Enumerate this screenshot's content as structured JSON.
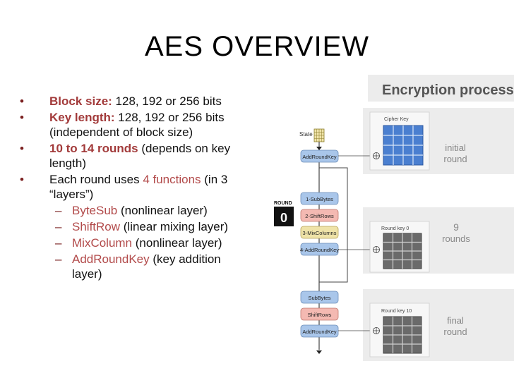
{
  "slide": {
    "title": "AES OVERVIEW"
  },
  "bullets": [
    {
      "marker": "•",
      "label": "Block size:",
      "text": " 128, 192 or 256 bits"
    },
    {
      "marker": "•",
      "label": "Key length:",
      "text": " 128, 192 or 256 bits (independent of block size)"
    },
    {
      "marker": "•",
      "label": "10 to 14 rounds",
      "text": " (depends on key length)"
    },
    {
      "marker": "•",
      "pre": "Each round uses ",
      "hl": "4 functions",
      "text": " (in 3 “layers”)"
    }
  ],
  "subbullets": [
    {
      "marker": "–",
      "hl": "ByteSub",
      "text": " (nonlinear layer)"
    },
    {
      "marker": "–",
      "hl": "ShiftRow",
      "text": " (linear mixing layer)"
    },
    {
      "marker": "–",
      "hl": "MixColumn",
      "text": " (nonlinear layer)"
    },
    {
      "marker": "–",
      "hl": "AddRoundKey",
      "text": " (key addition layer)"
    }
  ],
  "diagram": {
    "heading": "Encryption process",
    "state_label": "State",
    "round_label": "ROUND",
    "round_number": "0",
    "boxes": {
      "initial_add": "AddRoundKey",
      "sub": "1-SubBytes",
      "shift": "2-ShiftRows",
      "mix": "3-MixColumns",
      "add": "4-AddRoundKey",
      "final_sub": "SubBytes",
      "final_shift": "ShiftRows",
      "final_add": "AddRoundKey"
    },
    "keys": {
      "cipher": "Cipher Key",
      "round0": "Round key 0",
      "round10": "Round key 10"
    },
    "phases": {
      "initial_a": "initial",
      "initial_b": "round",
      "mid_a": "9",
      "mid_b": "rounds",
      "final_a": "final",
      "final_b": "round"
    },
    "colors": {
      "blue_box": "#a9c6ea",
      "pink_box": "#f4b9b2",
      "yellow_box": "#efe3a8",
      "accent_red": "#a23a3a",
      "blue_key": "#4a7fd0",
      "dark_key": "#6a6a6a"
    }
  }
}
